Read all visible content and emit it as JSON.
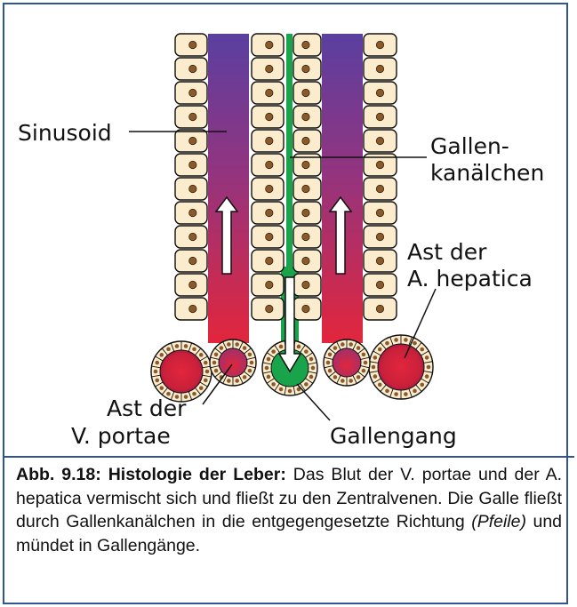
{
  "labels": {
    "sinusoid": "Sinusoid",
    "gallen1": "Gallen-",
    "gallen2": "kanälchen",
    "ast_hep1": "Ast der",
    "ast_hep2": "A. hepatica",
    "ast_por1": "Ast der",
    "ast_por2": "V. portae",
    "gallengang": "Gallengang"
  },
  "caption": {
    "title": "Abb. 9.18: Histologie der Leber:",
    "text1": " Das Blut der V. portae und der A. hepatica vermischt sich und fließt zu den Zentralvenen. Die Galle fließt durch Gallenkanälchen in die entgegengesetzte Richtung ",
    "italic": "(Pfeile)",
    "text2": " und mündet in Gallengänge."
  },
  "colors": {
    "frame": "#2f5597",
    "cell_fill": "#fbeccd",
    "nucleus": "#8a5a2b",
    "blood_red": "#e2263c",
    "blood_blue": "#5a3fa0",
    "bile_green": "#19a34a"
  }
}
